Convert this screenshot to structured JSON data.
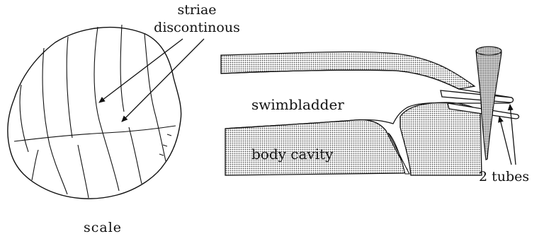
{
  "labels": {
    "striae_line1": "striae",
    "striae_line2": "discontinous",
    "scale": "scale",
    "swimbladder": "swimbladder",
    "body_cavity": "body cavity",
    "tubes": "2 tubes"
  },
  "colors": {
    "ink": "#111111",
    "stipple": "#9a9a9a",
    "background": "#ffffff"
  }
}
